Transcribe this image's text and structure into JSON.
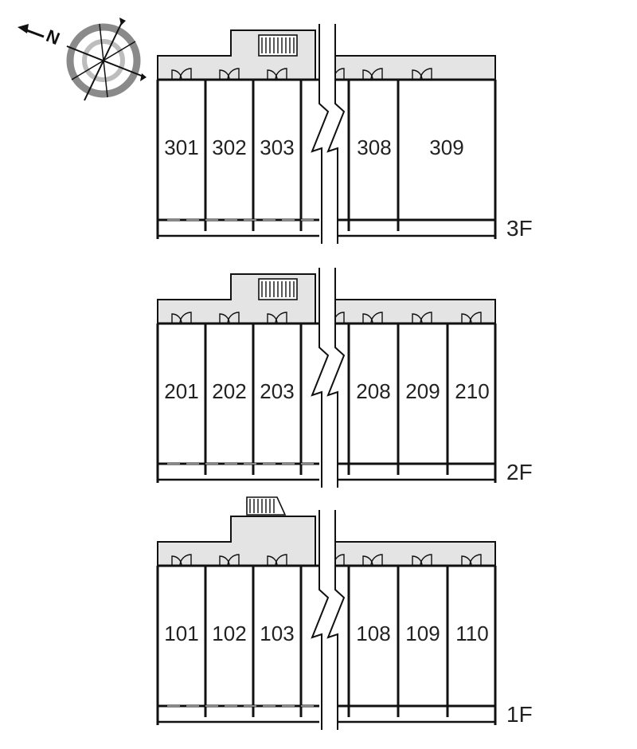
{
  "compass": {
    "north_letter": "N"
  },
  "floors": [
    {
      "id": "3F",
      "label": "3F",
      "left_units": [
        "301",
        "302",
        "303"
      ],
      "right_units": [
        "308",
        "309"
      ],
      "stairs": "straight"
    },
    {
      "id": "2F",
      "label": "2F",
      "left_units": [
        "201",
        "202",
        "203"
      ],
      "right_units": [
        "208",
        "209",
        "210"
      ],
      "stairs": "straight"
    },
    {
      "id": "1F",
      "label": "1F",
      "left_units": [
        "101",
        "102",
        "103"
      ],
      "right_units": [
        "108",
        "109",
        "110"
      ],
      "stairs": "ramp"
    }
  ],
  "colors": {
    "corridor": "#e4e4e4",
    "line": "#111111",
    "compass_ring": "#8a8a8a"
  }
}
